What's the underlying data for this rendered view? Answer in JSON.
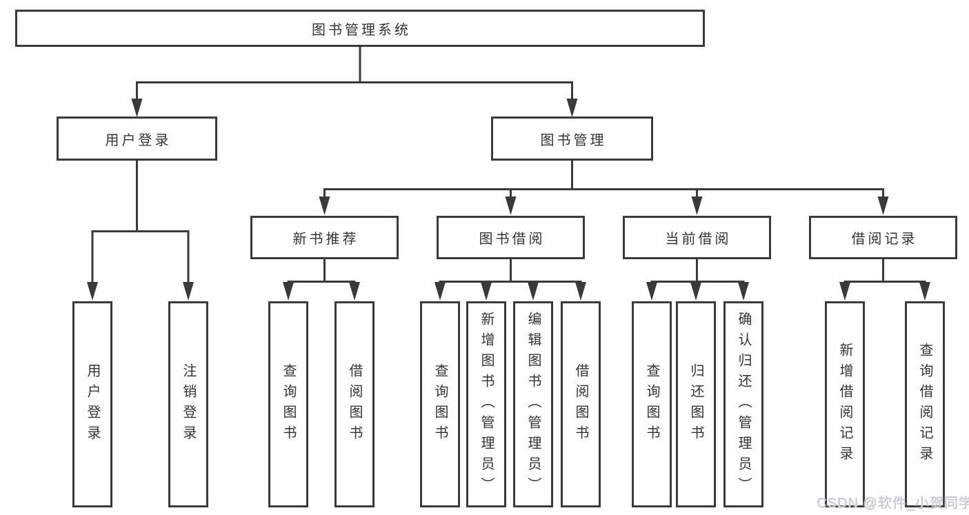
{
  "diagram": {
    "root": "图书管理系统",
    "level2": [
      "用户登录",
      "图书管理"
    ],
    "level3": [
      "新书推荐",
      "图书借阅",
      "当前借阅",
      "借阅记录"
    ],
    "leaves": {
      "user_login": [
        "用户登录",
        "注销登录"
      ],
      "new_book_recommend": [
        "查询图书",
        "借阅图书"
      ],
      "book_borrowing": [
        "查询图书",
        "新增图书（管理员）",
        "编辑图书（管理员）",
        "借阅图书"
      ],
      "current_borrowing": [
        "查询图书",
        "归还图书",
        "确认归还（管理员）"
      ],
      "borrowing_records": [
        "新增借阅记录",
        "查询借阅记录"
      ]
    }
  },
  "watermark": {
    "text": "CSDN @软件_小贺同学"
  },
  "colors": {
    "line": "#3a3a3a",
    "text": "#333333",
    "background": "#ffffff",
    "watermark": "#c6ccd1"
  }
}
